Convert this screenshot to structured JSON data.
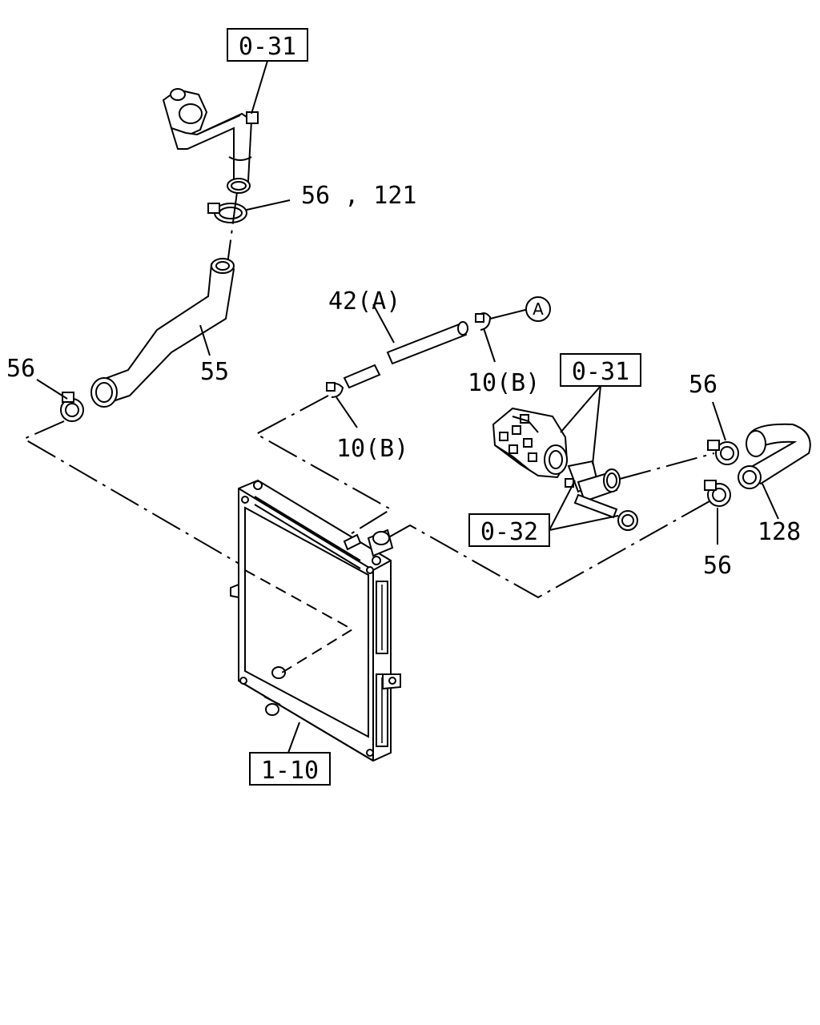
{
  "references": {
    "ref_top": "0-31",
    "ref_middle": "0-31",
    "ref_lower": "0-32",
    "ref_radiator": "1-10"
  },
  "callouts": {
    "clamp_top": "56 , 121",
    "clamp_left": "56",
    "hose_55": "55",
    "hose_42": "42(A)",
    "clip_upper": "10(B)",
    "clip_lower": "10(B)",
    "clamp_right_upper": "56",
    "clamp_right_lower": "56",
    "hose_128": "128",
    "circle_a": "A"
  }
}
